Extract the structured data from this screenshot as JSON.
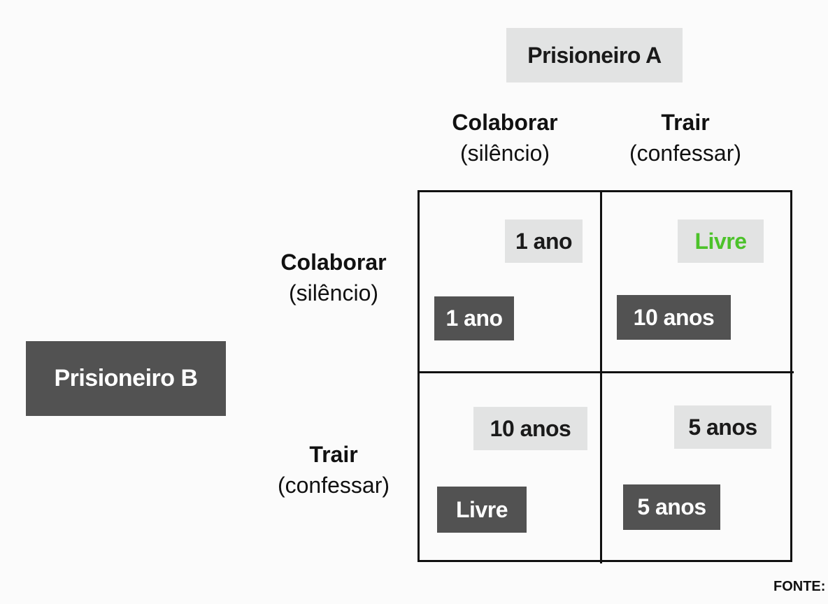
{
  "player_a": {
    "label": "Prisioneiro A"
  },
  "player_b": {
    "label": "Prisioneiro B"
  },
  "columns": [
    {
      "action": "Colaborar",
      "detail": "(silêncio)"
    },
    {
      "action": "Trair",
      "detail": "(confessar)"
    }
  ],
  "rows": [
    {
      "action": "Colaborar",
      "detail": "(silêncio)"
    },
    {
      "action": "Trair",
      "detail": "(confessar)"
    }
  ],
  "payoffs": [
    [
      {
        "a": "1 ano",
        "b": "1 ano"
      },
      {
        "a": "Livre",
        "b": "10 anos"
      }
    ],
    [
      {
        "a": "10 anos",
        "b": "Livre"
      },
      {
        "a": "5 anos",
        "b": "5 anos"
      }
    ]
  ],
  "colors": {
    "light_box": "#e2e3e3",
    "dark_box": "#525252",
    "free_highlight": "#4cc22a"
  },
  "source": "FONTE: J"
}
